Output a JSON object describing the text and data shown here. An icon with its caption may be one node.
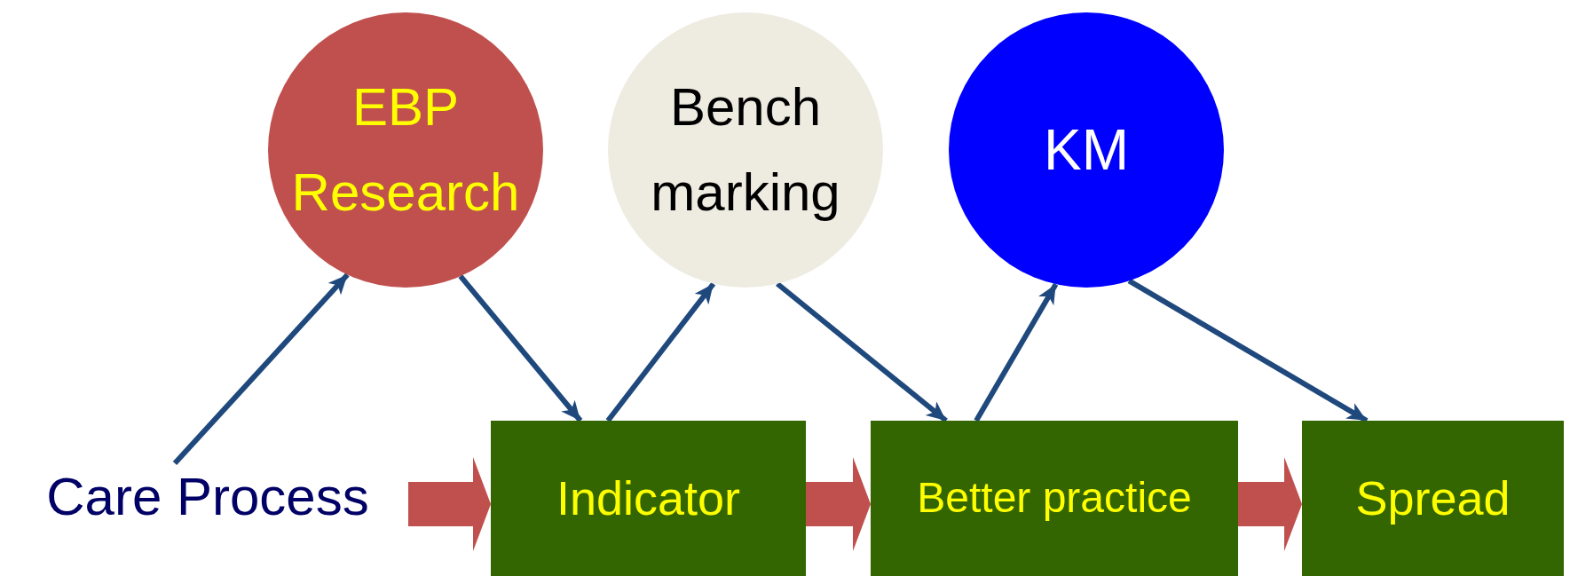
{
  "diagram": {
    "nodes": [
      {
        "text": [
          "Care Process"
        ]
      },
      {
        "text": [
          "EBP Research"
        ]
      },
      {
        "text": [
          "Bench marking"
        ]
      },
      {
        "text": [
          "KM"
        ]
      },
      {
        "text": [
          "Indicator"
        ]
      },
      {
        "text": [
          "Better practice"
        ]
      },
      {
        "text": [
          "Spread"
        ]
      }
    ],
    "edges": [
      {
        "from": 0,
        "to": 1,
        "arrow": "to"
      },
      {
        "from": 1,
        "to": 4,
        "arrow": "to"
      },
      {
        "from": 4,
        "to": 2,
        "arrow": "to"
      },
      {
        "from": 2,
        "to": 5,
        "arrow": "to"
      },
      {
        "from": 5,
        "to": 3,
        "arrow": "to"
      },
      {
        "from": 3,
        "to": 6,
        "arrow": "to"
      },
      {
        "from": 0,
        "to": 4,
        "arrow": "to",
        "style": "thick",
        "color": "#c0504d"
      },
      {
        "from": 4,
        "to": 5,
        "arrow": "to",
        "style": "thick",
        "color": "#c0504d"
      },
      {
        "from": 5,
        "to": 6,
        "arrow": "to",
        "style": "thick",
        "color": "#c0504d"
      }
    ]
  }
}
